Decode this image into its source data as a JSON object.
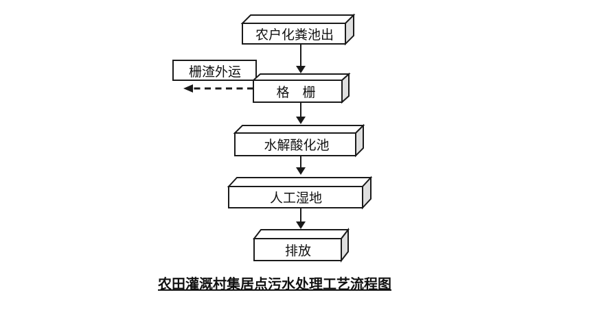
{
  "diagram": {
    "caption": "农田灌溉村集居点污水处理工艺流程图",
    "colors": {
      "line": "#1a1a1a",
      "box_front": "#ffffff",
      "box_side": "#dfdfdf",
      "background": "#ffffff"
    },
    "nodes": {
      "septic": {
        "label": "农户化粪池出",
        "shape": "box3d"
      },
      "residue": {
        "label": "栅渣外运",
        "shape": "rect"
      },
      "screen": {
        "label": "格　栅",
        "shape": "box3d"
      },
      "hydrolysis": {
        "label": "水解酸化池",
        "shape": "box3d"
      },
      "wetland": {
        "label": "人工湿地",
        "shape": "box3d"
      },
      "discharge": {
        "label": "排放",
        "shape": "box3d"
      }
    },
    "edges": [
      {
        "from": "农户化粪池出",
        "to": "格栅",
        "style": "solid-arrow"
      },
      {
        "from": "格栅",
        "to": "栅渣外运",
        "style": "dashed-arrow"
      },
      {
        "from": "格栅",
        "to": "水解酸化池",
        "style": "solid-arrow"
      },
      {
        "from": "水解酸化池",
        "to": "人工湿地",
        "style": "solid-arrow"
      },
      {
        "from": "人工湿地",
        "to": "排放",
        "style": "solid-arrow"
      }
    ]
  }
}
